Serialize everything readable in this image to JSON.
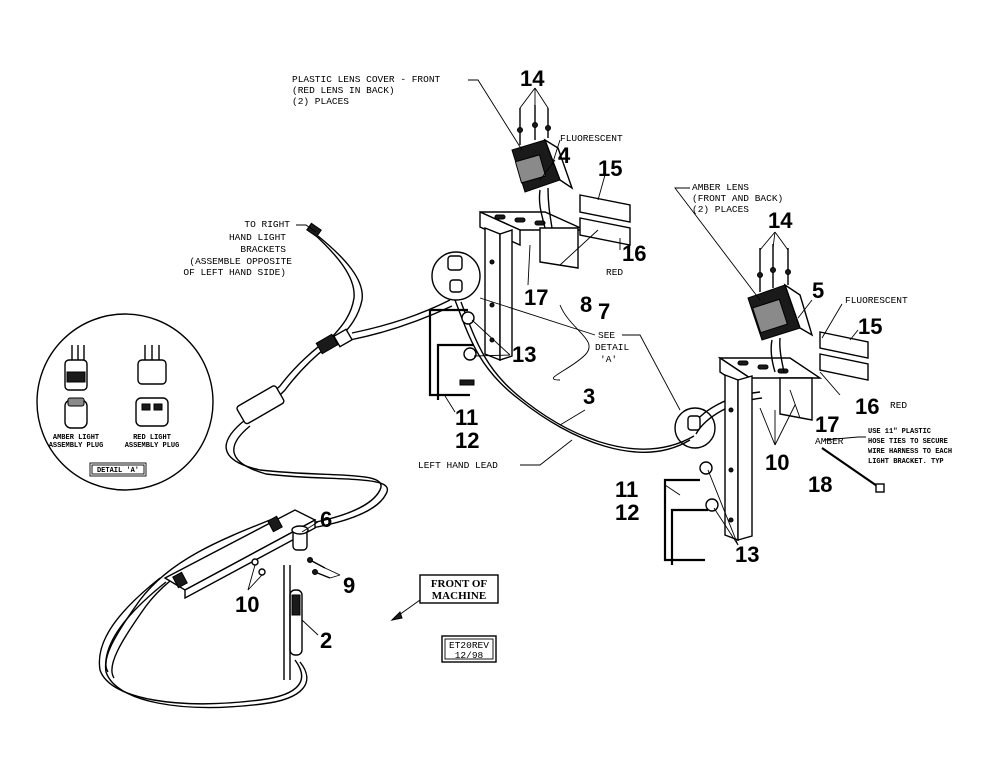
{
  "diagram": {
    "numbers": {
      "n14_left": "14",
      "n4": "4",
      "n15_left": "15",
      "n16_left": "16",
      "n17_left": "17",
      "n8": "8",
      "n7": "7",
      "n13_left": "13",
      "n11_left": "11",
      "n12_left": "12",
      "n3": "3",
      "n14_right": "14",
      "n5": "5",
      "n15_right": "15",
      "n16_right": "16",
      "n17_right": "17",
      "n10_right": "10",
      "n18": "18",
      "n11_right": "11",
      "n12_right": "12",
      "n13_right": "13",
      "n6": "6",
      "n9": "9",
      "n10_left": "10",
      "n2": "2"
    },
    "labels": {
      "plastic_lens": [
        "PLASTIC LENS COVER - FRONT",
        "(RED LENS IN BACK)",
        "(2) PLACES"
      ],
      "fluorescent_left": "FLUORESCENT",
      "red_left": "RED",
      "to_right": [
        "TO RIGHT",
        "HAND LIGHT",
        "BRACKETS",
        "(ASSEMBLE OPPOSITE",
        "OF LEFT HAND SIDE)"
      ],
      "see_detail": [
        "SEE",
        "DETAIL",
        "'A'"
      ],
      "amber_lens": [
        "AMBER LENS",
        "(FRONT AND BACK)",
        "(2) PLACES"
      ],
      "fluorescent_right": "FLUORESCENT",
      "red_right": "RED",
      "amber": "AMBER",
      "hose_ties": [
        "USE 11\" PLASTIC",
        "HOSE TIES TO SECURE",
        "WIRE HARNESS TO EACH",
        "LIGHT BRACKET.  TYP"
      ],
      "left_hand_lead": "LEFT HAND LEAD",
      "amber_plug": [
        "AMBER LIGHT",
        "ASSEMBLY PLUG"
      ],
      "red_plug": [
        "RED LIGHT",
        "ASSEMBLY PLUG"
      ],
      "detail_a": "DETAIL 'A'",
      "front_of_machine": [
        "FRONT OF",
        "MACHINE"
      ],
      "revision": [
        "ET20REV",
        "12/98"
      ]
    }
  }
}
